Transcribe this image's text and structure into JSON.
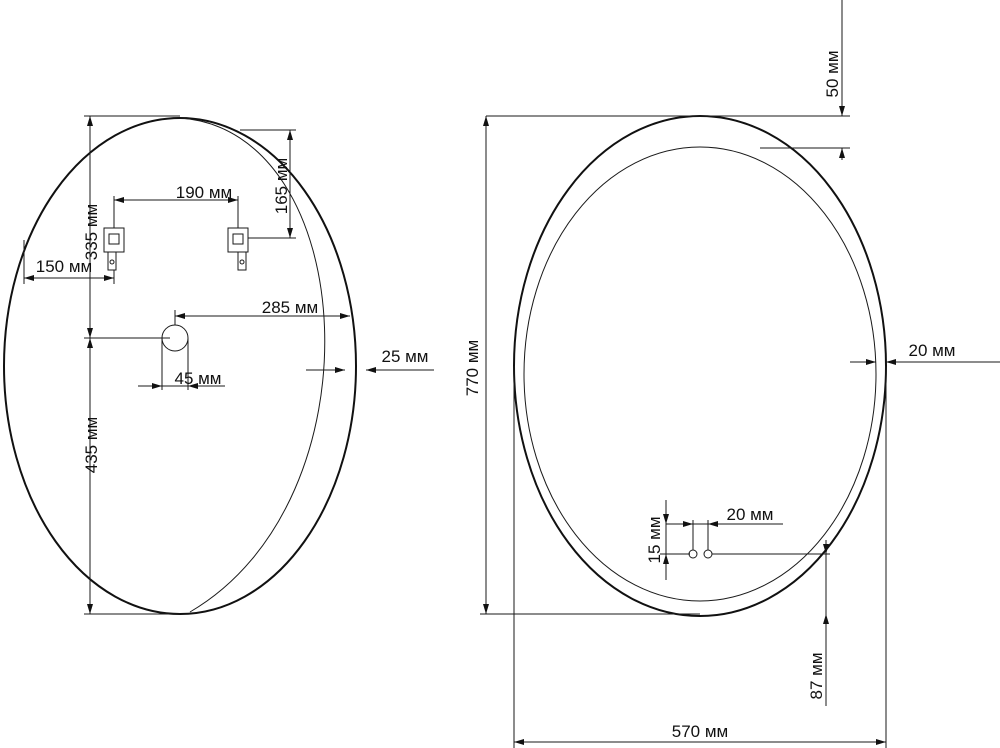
{
  "back_view": {
    "dim_335": "335 мм",
    "dim_435": "435 мм",
    "dim_190": "190 мм",
    "dim_165": "165 мм",
    "dim_150": "150 мм",
    "dim_285": "285 мм",
    "dim_45": "45 мм",
    "dim_25": "25 мм"
  },
  "front_view": {
    "dim_50": "50 мм",
    "dim_770": "770 мм",
    "dim_20_side": "20 мм",
    "dim_15": "15 мм",
    "dim_20_buttons": "20 мм",
    "dim_87": "87 мм",
    "dim_570": "570 мм"
  }
}
